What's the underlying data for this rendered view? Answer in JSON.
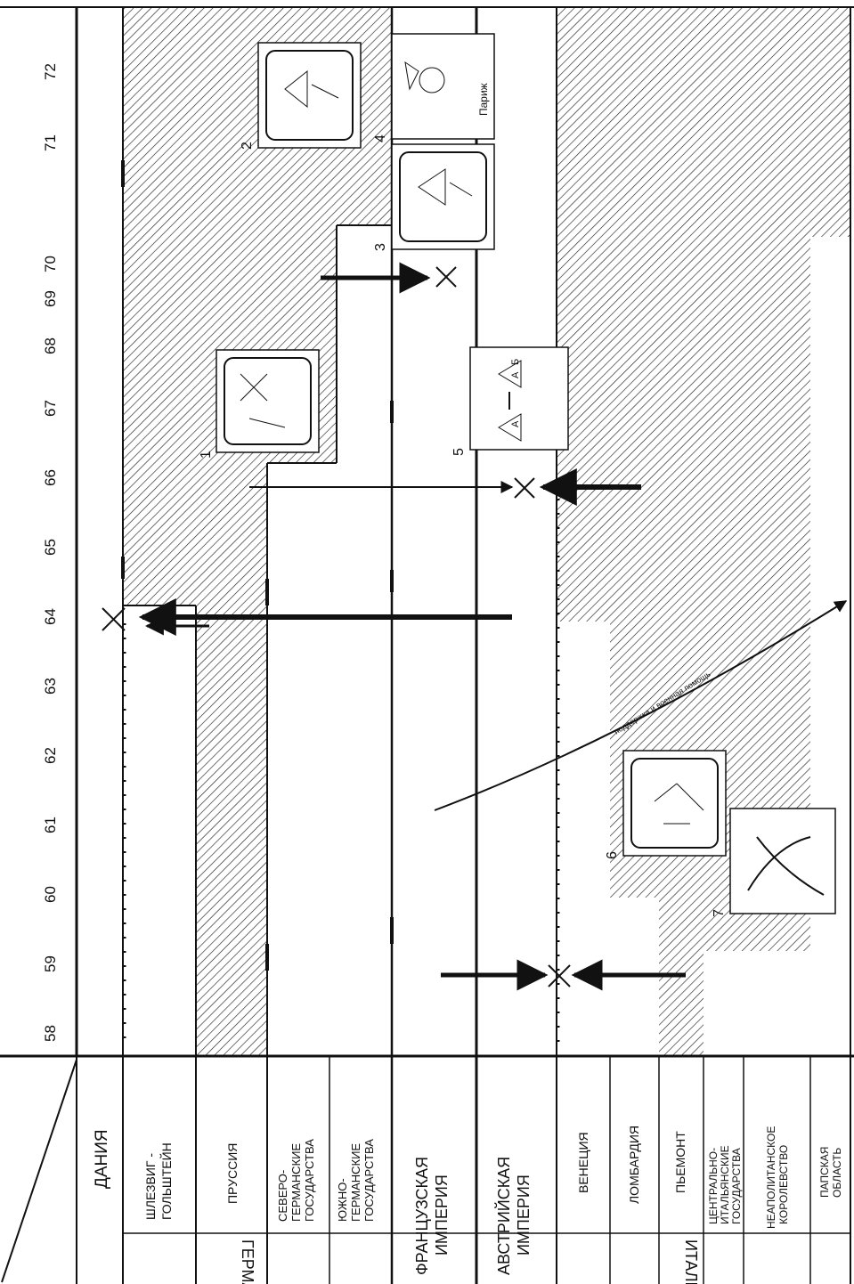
{
  "years": [
    "58",
    "59",
    "60",
    "61",
    "62",
    "63",
    "64",
    "65",
    "66",
    "67",
    "68",
    "69",
    "70",
    "71",
    "72"
  ],
  "rows": {
    "denmark": "ДАНИЯ",
    "germany": "ГЕРМАНИЯ",
    "schleswig": [
      "ШЛЕЗВИГ -",
      "ГОЛЬШТЕЙН"
    ],
    "prussia": "ПРУССИЯ",
    "north_german": [
      "СЕВЕРО-",
      "ГЕРМАНСКИЕ",
      "ГОСУДАРСТВА"
    ],
    "south_german": [
      "ЮЖНО-",
      "ГЕРМАНСКИЕ",
      "ГОСУДАРСТВА"
    ],
    "french_empire": [
      "ФРАНЦУЗСКАЯ",
      "ИМПЕРИЯ"
    ],
    "austrian_empire": [
      "АВСТРИЙСКАЯ",
      "ИМПЕРИЯ"
    ],
    "italy": "ИТАЛИЯ",
    "venice": "ВЕНЕЦИЯ",
    "lombardy": "ЛОМБАРДИЯ",
    "piedmont": "ПЬЕМОНТ",
    "central_italian": [
      "ЦЕНТРАЛЬНО-",
      "ИТАЛЬЯНСКИЕ",
      "ГОСУДАРСТВА"
    ],
    "naples": [
      "НЕАПОЛИТАНСКОЕ",
      "КОРОЛЕВСТВО"
    ],
    "papal": [
      "ПАПСКАЯ",
      "ОБЛАСТЬ"
    ]
  },
  "annotations": {
    "paris": "Париж",
    "support_arrow": "поддержка и военная помощь",
    "badge_a": "А",
    "badge_b": "Б"
  },
  "events": [
    "1",
    "2",
    "3",
    "4",
    "5",
    "6",
    "7"
  ]
}
